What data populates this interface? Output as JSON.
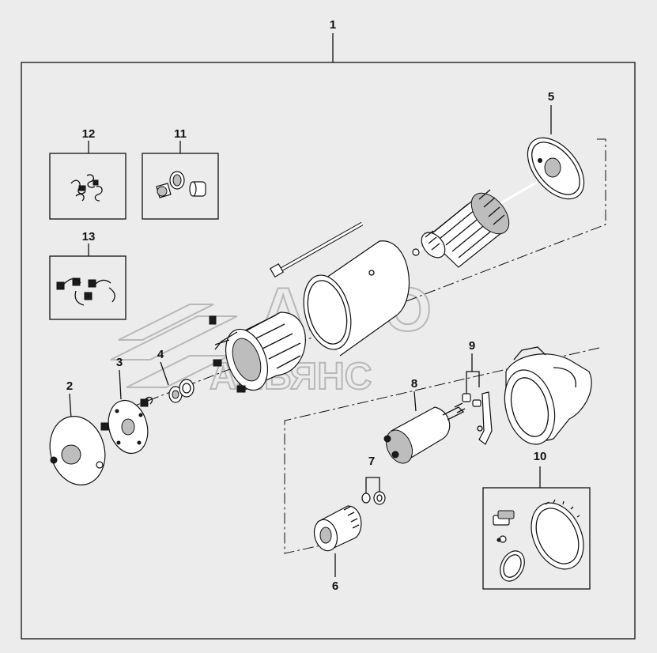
{
  "callouts": {
    "c1": "1",
    "c2": "2",
    "c3": "3",
    "c4": "4",
    "c5": "5",
    "c6": "6",
    "c7": "7",
    "c8": "8",
    "c9": "9",
    "c10": "10",
    "c11": "11",
    "c12": "12",
    "c13": "13"
  },
  "watermark": {
    "line1": "АВТО",
    "line2": "АЛЬЯНС"
  },
  "colors": {
    "background": "#ececec",
    "line": "#111111",
    "watermark": "#b8b8b8"
  }
}
